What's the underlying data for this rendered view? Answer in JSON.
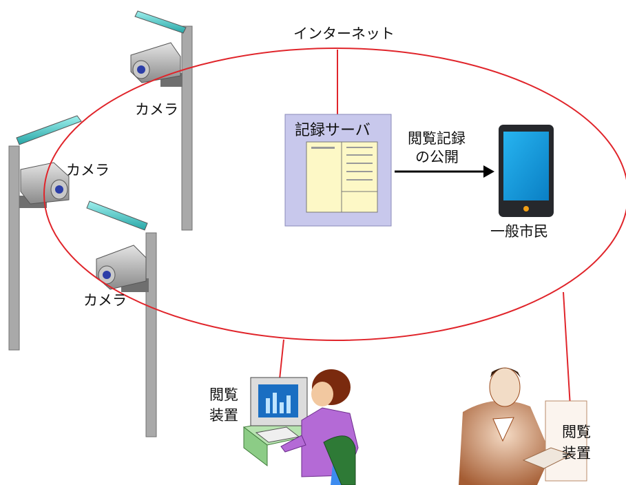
{
  "network": {
    "label": "インターネット",
    "color": "#e0242a"
  },
  "server": {
    "label": "記録サーバ",
    "box_color": "#c8c8ec",
    "doc_color": "#fdf8c6"
  },
  "arrow_label": {
    "line1": "閲覧記録",
    "line2": "の公開"
  },
  "citizen": {
    "label": "一般市民",
    "device": "tablet-icon",
    "device_color": "#1aa0e6"
  },
  "cameras": [
    {
      "label": "カメラ"
    },
    {
      "label": "カメラ"
    },
    {
      "label": "カメラ"
    }
  ],
  "viewers": [
    {
      "line1": "閲覧",
      "line2": "装置"
    },
    {
      "line1": "閲覧",
      "line2": "装置"
    }
  ]
}
